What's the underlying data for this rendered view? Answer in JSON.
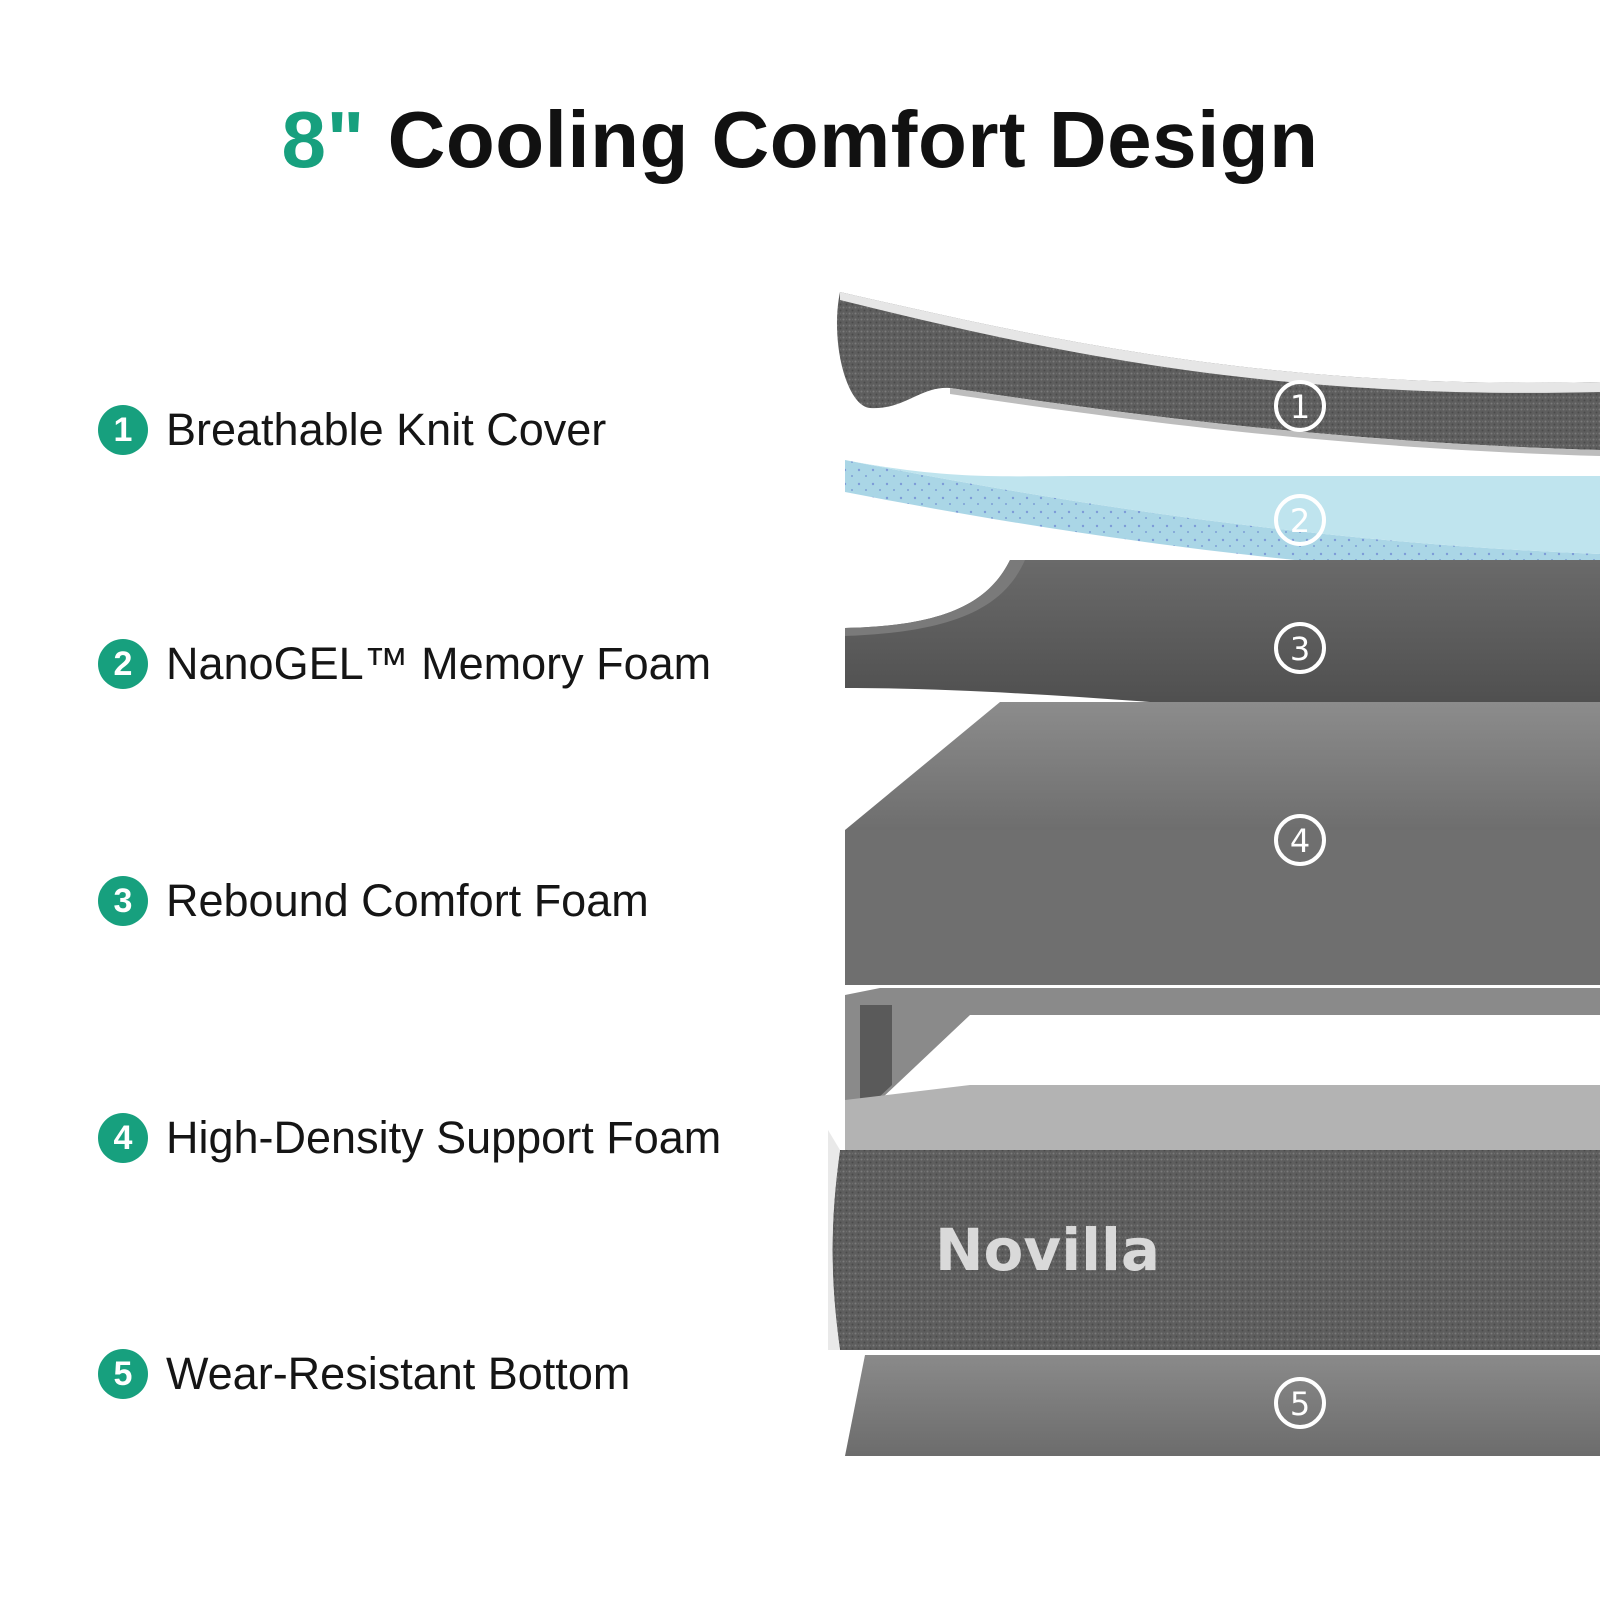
{
  "title": {
    "size": "8\"",
    "text": "Cooling Comfort Design"
  },
  "layers": [
    {
      "number": "1",
      "label": "Breathable Knit Cover"
    },
    {
      "number": "2",
      "label": "NanoGEL™ Memory Foam"
    },
    {
      "number": "3",
      "label": "Rebound Comfort Foam"
    },
    {
      "number": "4",
      "label": "High-Density Support Foam"
    },
    {
      "number": "5",
      "label": "Wear-Resistant Bottom"
    }
  ],
  "markers": [
    "1",
    "2",
    "3",
    "4",
    "5"
  ],
  "brand": "Novilla",
  "colors": {
    "accent": "#17a07e",
    "text": "#151515",
    "knit_gray": "#5f5f5f",
    "gel_blue": "#a9d8e6",
    "gel_edge": "#8fa8e8",
    "comfort_foam": "#505050",
    "support_foam": "#707070",
    "bottom": "#7a7a7a"
  }
}
